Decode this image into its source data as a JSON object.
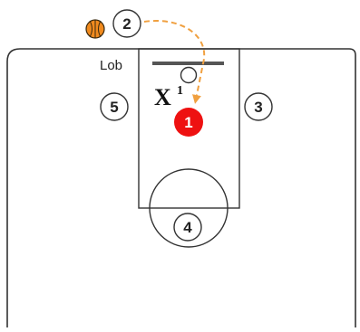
{
  "diagram": {
    "lob_label": "Lob",
    "defender": {
      "letter": "X",
      "number": "1"
    },
    "players": [
      {
        "id": "1",
        "label": "1",
        "fill": "#ee1111",
        "text_color": "#ffffff"
      },
      {
        "id": "2",
        "label": "2",
        "fill": "#ffffff",
        "text_color": "#222222"
      },
      {
        "id": "3",
        "label": "3",
        "fill": "#ffffff",
        "text_color": "#222222"
      },
      {
        "id": "4",
        "label": "4",
        "fill": "#ffffff",
        "text_color": "#222222"
      },
      {
        "id": "5",
        "label": "5",
        "fill": "#ffffff",
        "text_color": "#222222"
      }
    ],
    "ball": {
      "icon": "basketball-icon",
      "color": "#f08a1e"
    },
    "pass": {
      "type": "lob",
      "color": "#f0a040",
      "from": "2",
      "to": "1"
    },
    "colors": {
      "lines": "#333333",
      "background": "#ffffff"
    }
  }
}
